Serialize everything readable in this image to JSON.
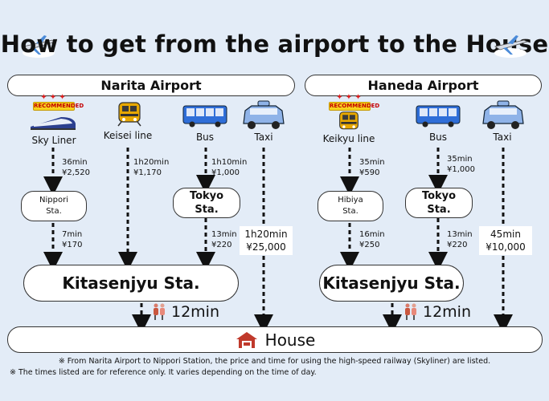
{
  "title": "How to get from the airport to the House",
  "narita": {
    "name": "Narita Airport",
    "badge": "RECOMMENDED",
    "modes": [
      {
        "label": "Sky Liner",
        "time": "36min",
        "price": "¥2,520"
      },
      {
        "label": "Keisei line",
        "time": "1h20min",
        "price": "¥1,170"
      },
      {
        "label": "Bus",
        "time": "1h10min",
        "price": "¥1,000"
      },
      {
        "label": "Taxi",
        "time": "1h20min",
        "price": "¥25,000"
      }
    ],
    "stations": [
      {
        "line1": "Nippori",
        "line2": "Sta.",
        "time": "7min",
        "price": "¥170"
      },
      {
        "line1": "Tokyo",
        "line2": "Sta.",
        "time": "13min",
        "price": "¥220"
      }
    ],
    "hub": "Kitasenjyu Sta.",
    "walk": "12min"
  },
  "haneda": {
    "name": "Haneda Airport",
    "badge": "RECOMMENDED",
    "modes": [
      {
        "label": "Keikyu line",
        "time": "35min",
        "price": "¥590"
      },
      {
        "label": "Bus",
        "time": "35min",
        "price": "¥1,000"
      },
      {
        "label": "Taxi",
        "time": "45min",
        "price": "¥10,000"
      }
    ],
    "stations": [
      {
        "line1": "Hibiya",
        "line2": "Sta.",
        "time": "16min",
        "price": "¥250"
      },
      {
        "line1": "Tokyo",
        "line2": "Sta.",
        "time": "13min",
        "price": "¥220"
      }
    ],
    "hub": "Kitasenjyu Sta.",
    "walk": "12min"
  },
  "house": "House",
  "notes": [
    "※ From Narita Airport to Nippori Station, the price and time for using the high-speed railway (Skyliner) are listed.",
    "※ The times listed are for reference only. It varies depending on the time of day."
  ],
  "colors": {
    "background": "#e3ecf7",
    "train_yellow": "#e8a800",
    "bus_blue": "#2f6ed8",
    "taxi_blue": "#8fb3e8",
    "house_red": "#c0392b"
  }
}
